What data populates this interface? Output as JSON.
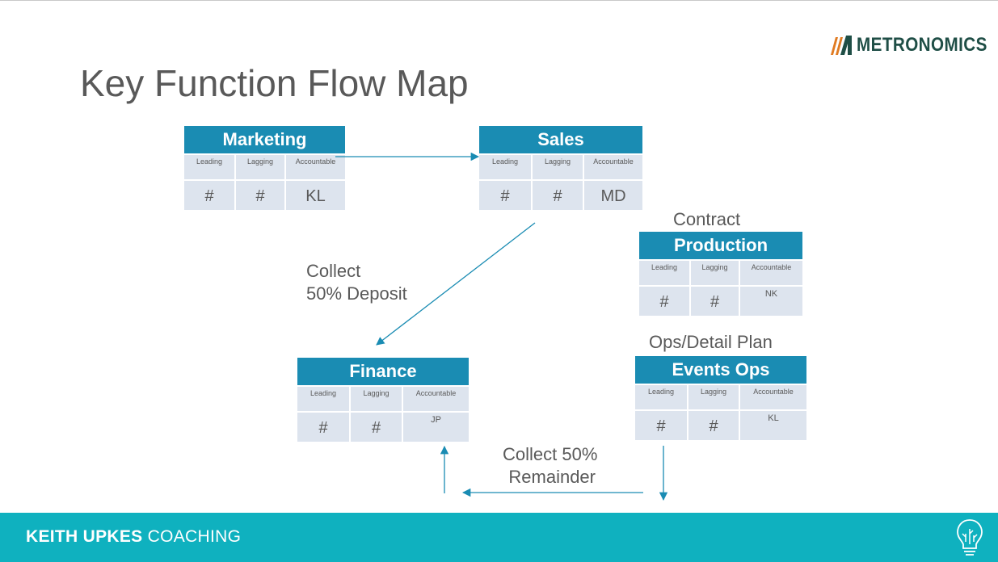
{
  "slide": {
    "title": "Key Function Flow Map",
    "logo_text": "METRONOMICS",
    "footer_bold": "KEITH UPKES",
    "footer_light": " COACHING"
  },
  "functions": {
    "marketing": {
      "name": "Marketing",
      "headers": [
        "Leading",
        "Lagging",
        "Accountable"
      ],
      "values": [
        "#",
        "#",
        "KL"
      ]
    },
    "sales": {
      "name": "Sales",
      "headers": [
        "Leading",
        "Lagging",
        "Accountable"
      ],
      "values": [
        "#",
        "#",
        "MD"
      ]
    },
    "production": {
      "name": "Production",
      "headers": [
        "Leading",
        "Lagging",
        "Accountable"
      ],
      "values": [
        "#",
        "#",
        "NK"
      ]
    },
    "finance": {
      "name": "Finance",
      "headers": [
        "Leading",
        "Lagging",
        "Accountable"
      ],
      "values": [
        "#",
        "#",
        "JP"
      ]
    },
    "events_ops": {
      "name": "Events Ops",
      "headers": [
        "Leading",
        "Lagging",
        "Accountable"
      ],
      "values": [
        "#",
        "#",
        "KL"
      ]
    }
  },
  "labels": {
    "contract": "Contract",
    "collect_deposit_1": "Collect",
    "collect_deposit_2": "50% Deposit",
    "ops_plan": "Ops/Detail Plan",
    "collect_remainder_1": "Collect 50%",
    "collect_remainder_2": "Remainder"
  },
  "colors": {
    "header_blue": "#1a8cb3",
    "cell_gray": "#dde4ee",
    "footer_teal": "#0fb1bf",
    "logo_orange": "#e07b22",
    "logo_green": "#1f4e46"
  }
}
